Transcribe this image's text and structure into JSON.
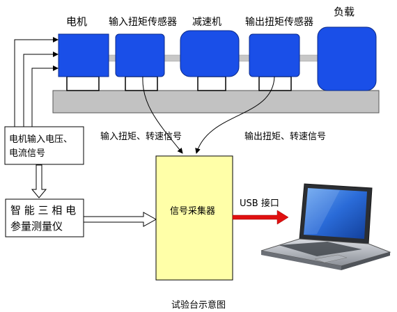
{
  "labels": {
    "motor": "电机",
    "input_sensor": "输入扭矩传感器",
    "reducer": "减速机",
    "output_sensor": "输出扭矩传感器",
    "load": "负载",
    "input_signal": "输入扭矩、转速信号",
    "output_signal": "输出扭矩、转速信号",
    "motor_signal_line1": "电机输入电压、",
    "motor_signal_line2": "电流信号",
    "meter_line1": "智 能 三 相 电",
    "meter_line2": "参量测量仪",
    "collector": "信号采集器",
    "usb": "USB 接口",
    "caption": "试验台示意图"
  },
  "colors": {
    "equipment_blue": "#1a4fe8",
    "equipment_outline": "#0a2a8a",
    "shaft": "#c7c7c7",
    "base_plate": "#c2c2c2",
    "collector_fill": "#ffffa8",
    "usb_arrow": "#e01010",
    "laptop_body": "#b8bcc4",
    "laptop_screen": "#2a6bd8"
  }
}
